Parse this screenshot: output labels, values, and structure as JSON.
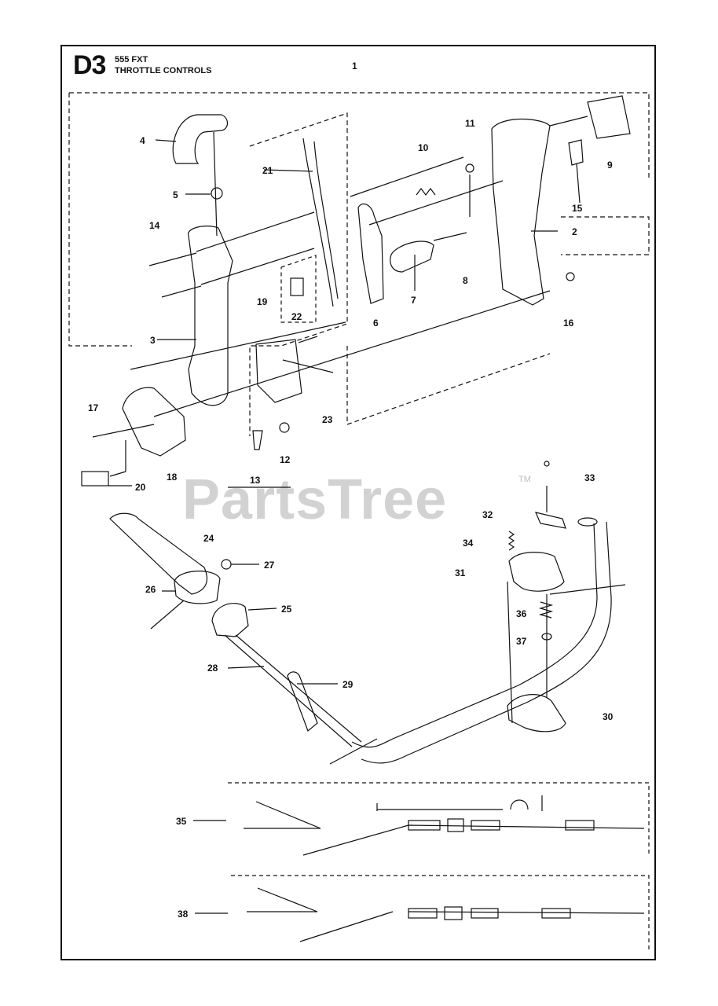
{
  "header": {
    "code": "D3",
    "model": "555 FXT",
    "subtitle": "THROTTLE CONTROLS"
  },
  "watermark": {
    "text": "PartsTree",
    "mark": "TM"
  },
  "callouts": [
    {
      "n": "1"
    },
    {
      "n": "2"
    },
    {
      "n": "3"
    },
    {
      "n": "4"
    },
    {
      "n": "5"
    },
    {
      "n": "6"
    },
    {
      "n": "7"
    },
    {
      "n": "8"
    },
    {
      "n": "9"
    },
    {
      "n": "10"
    },
    {
      "n": "11"
    },
    {
      "n": "12"
    },
    {
      "n": "13"
    },
    {
      "n": "14"
    },
    {
      "n": "15"
    },
    {
      "n": "16"
    },
    {
      "n": "17"
    },
    {
      "n": "18"
    },
    {
      "n": "19"
    },
    {
      "n": "20"
    },
    {
      "n": "21"
    },
    {
      "n": "22"
    },
    {
      "n": "23"
    },
    {
      "n": "24"
    },
    {
      "n": "25"
    },
    {
      "n": "26"
    },
    {
      "n": "27"
    },
    {
      "n": "28"
    },
    {
      "n": "29"
    },
    {
      "n": "30"
    },
    {
      "n": "31"
    },
    {
      "n": "32"
    },
    {
      "n": "33"
    },
    {
      "n": "34"
    },
    {
      "n": "35"
    },
    {
      "n": "36"
    },
    {
      "n": "37"
    },
    {
      "n": "38"
    }
  ],
  "colors": {
    "ink": "#111111",
    "watermark": "#d2d2d2",
    "background": "#ffffff"
  }
}
